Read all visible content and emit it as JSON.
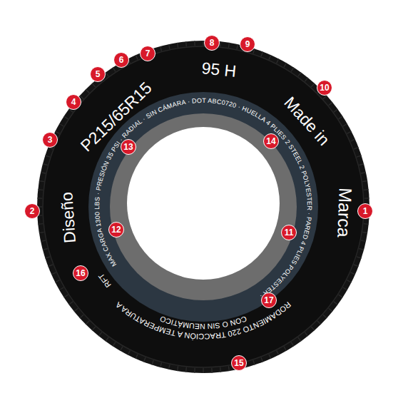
{
  "diagram": {
    "nodes": [
      {
        "text": [
          "1"
        ]
      },
      {
        "text": [
          "2"
        ]
      },
      {
        "text": [
          "3"
        ]
      },
      {
        "text": [
          "4"
        ]
      },
      {
        "text": [
          "5"
        ]
      },
      {
        "text": [
          "6"
        ]
      },
      {
        "text": [
          "7"
        ]
      },
      {
        "text": [
          "8"
        ]
      },
      {
        "text": [
          "9"
        ]
      },
      {
        "text": [
          "10"
        ]
      },
      {
        "text": [
          "11"
        ]
      },
      {
        "text": [
          "12"
        ]
      },
      {
        "text": [
          "13"
        ]
      },
      {
        "text": [
          "14"
        ]
      },
      {
        "text": [
          "15"
        ]
      },
      {
        "text": [
          "16"
        ]
      },
      {
        "text": [
          "17"
        ]
      }
    ],
    "labels": [
      "P215/65R15",
      "95 H",
      "Made in",
      "Marca",
      "Diseño",
      "MAX CARGA 1300 LBS · PRESIÓN 35 PSI · RADIAL · SIN CÁMARA · DOT ABC0720 · HUELLA 4 PLIES 2 STEEL 2 POLYESTER · PARED 4 PLIES POLYESTER ·",
      "RFT",
      "RODAMIENTO 220 TRACCIÓN A TEMPERATURA A",
      "CON O SIN NEUMÁTICO"
    ]
  }
}
